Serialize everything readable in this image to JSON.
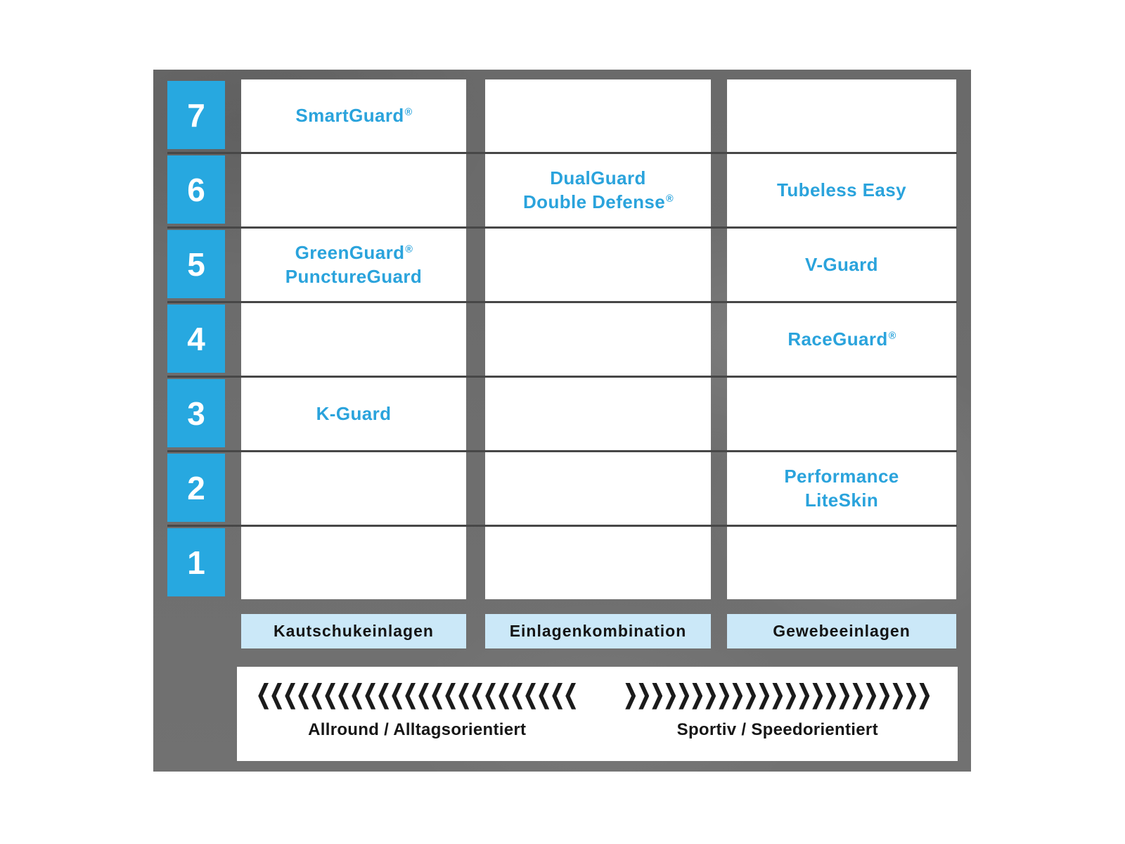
{
  "grid": {
    "levels": [
      "7",
      "6",
      "5",
      "4",
      "3",
      "2",
      "1"
    ],
    "columns": {
      "col1": {
        "footer": "Kautschukeinlagen",
        "r7": "SmartGuard®",
        "r6": "",
        "r5": "GreenGuard®\nPunctureGuard",
        "r4": "",
        "r3": "K-Guard",
        "r2": "",
        "r1": ""
      },
      "col2": {
        "footer": "Einlagenkombination",
        "r7": "",
        "r6": "DualGuard\nDouble Defense®",
        "r5": "",
        "r4": "",
        "r3": "",
        "r2": "",
        "r1": ""
      },
      "col3": {
        "footer": "Gewebeeinlagen",
        "r7": "",
        "r6": "Tubeless Easy",
        "r5": "V-Guard",
        "r4": "RaceGuard®",
        "r3": "",
        "r2": "Performance\nLiteSkin",
        "r1": ""
      }
    }
  },
  "legend": {
    "left_label": "Allround / Alltagsorientiert",
    "right_label": "Sportiv / Speedorientiert",
    "left_chevrons": 24,
    "right_chevrons": 23
  },
  "colors": {
    "accent_blue": "#27a8e0",
    "cell_text_blue": "#2aa3dc",
    "footer_bar_blue": "#cbe8f8",
    "panel_gray": "#6d6d6d",
    "separator_gray": "#474747",
    "legend_text": "#161616"
  }
}
